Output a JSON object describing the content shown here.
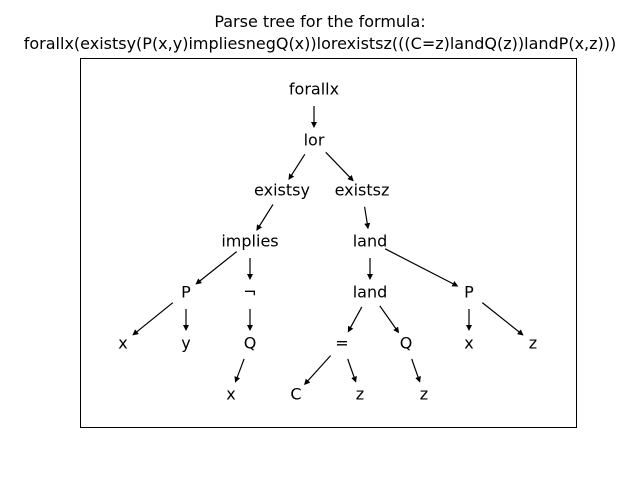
{
  "title": {
    "line1": "Parse tree for the formula:",
    "line2": "forallx(existsy(P(x,y)impliesnegQ(x))lorexistsz(((C=z)landQ(z))landP(x,z)))"
  },
  "tree": {
    "nodes": [
      {
        "id": "n_forallx",
        "label": "forallx"
      },
      {
        "id": "n_lor",
        "label": "lor"
      },
      {
        "id": "n_existsy",
        "label": "existsy"
      },
      {
        "id": "n_existsz",
        "label": "existsz"
      },
      {
        "id": "n_implies",
        "label": "implies"
      },
      {
        "id": "n_land1",
        "label": "land"
      },
      {
        "id": "n_P1",
        "label": "P"
      },
      {
        "id": "n_neg",
        "label": "¬"
      },
      {
        "id": "n_land2",
        "label": "land"
      },
      {
        "id": "n_P2",
        "label": "P"
      },
      {
        "id": "n_x1",
        "label": "x"
      },
      {
        "id": "n_y",
        "label": "y"
      },
      {
        "id": "n_Q1",
        "label": "Q"
      },
      {
        "id": "n_eq",
        "label": "="
      },
      {
        "id": "n_Q2",
        "label": "Q"
      },
      {
        "id": "n_x2",
        "label": "x"
      },
      {
        "id": "n_z1",
        "label": "z"
      },
      {
        "id": "n_x3",
        "label": "x"
      },
      {
        "id": "n_C",
        "label": "C"
      },
      {
        "id": "n_z2",
        "label": "z"
      },
      {
        "id": "n_z3",
        "label": "z"
      }
    ],
    "edges": [
      [
        "n_forallx",
        "n_lor"
      ],
      [
        "n_lor",
        "n_existsy"
      ],
      [
        "n_lor",
        "n_existsz"
      ],
      [
        "n_existsy",
        "n_implies"
      ],
      [
        "n_existsz",
        "n_land1"
      ],
      [
        "n_implies",
        "n_P1"
      ],
      [
        "n_implies",
        "n_neg"
      ],
      [
        "n_land1",
        "n_land2"
      ],
      [
        "n_land1",
        "n_P2"
      ],
      [
        "n_P1",
        "n_x1"
      ],
      [
        "n_P1",
        "n_y"
      ],
      [
        "n_neg",
        "n_Q1"
      ],
      [
        "n_Q1",
        "n_x3"
      ],
      [
        "n_land2",
        "n_eq"
      ],
      [
        "n_land2",
        "n_Q2"
      ],
      [
        "n_eq",
        "n_C"
      ],
      [
        "n_eq",
        "n_z2"
      ],
      [
        "n_Q2",
        "n_z3"
      ],
      [
        "n_P2",
        "n_x2"
      ],
      [
        "n_P2",
        "n_z1"
      ]
    ]
  }
}
